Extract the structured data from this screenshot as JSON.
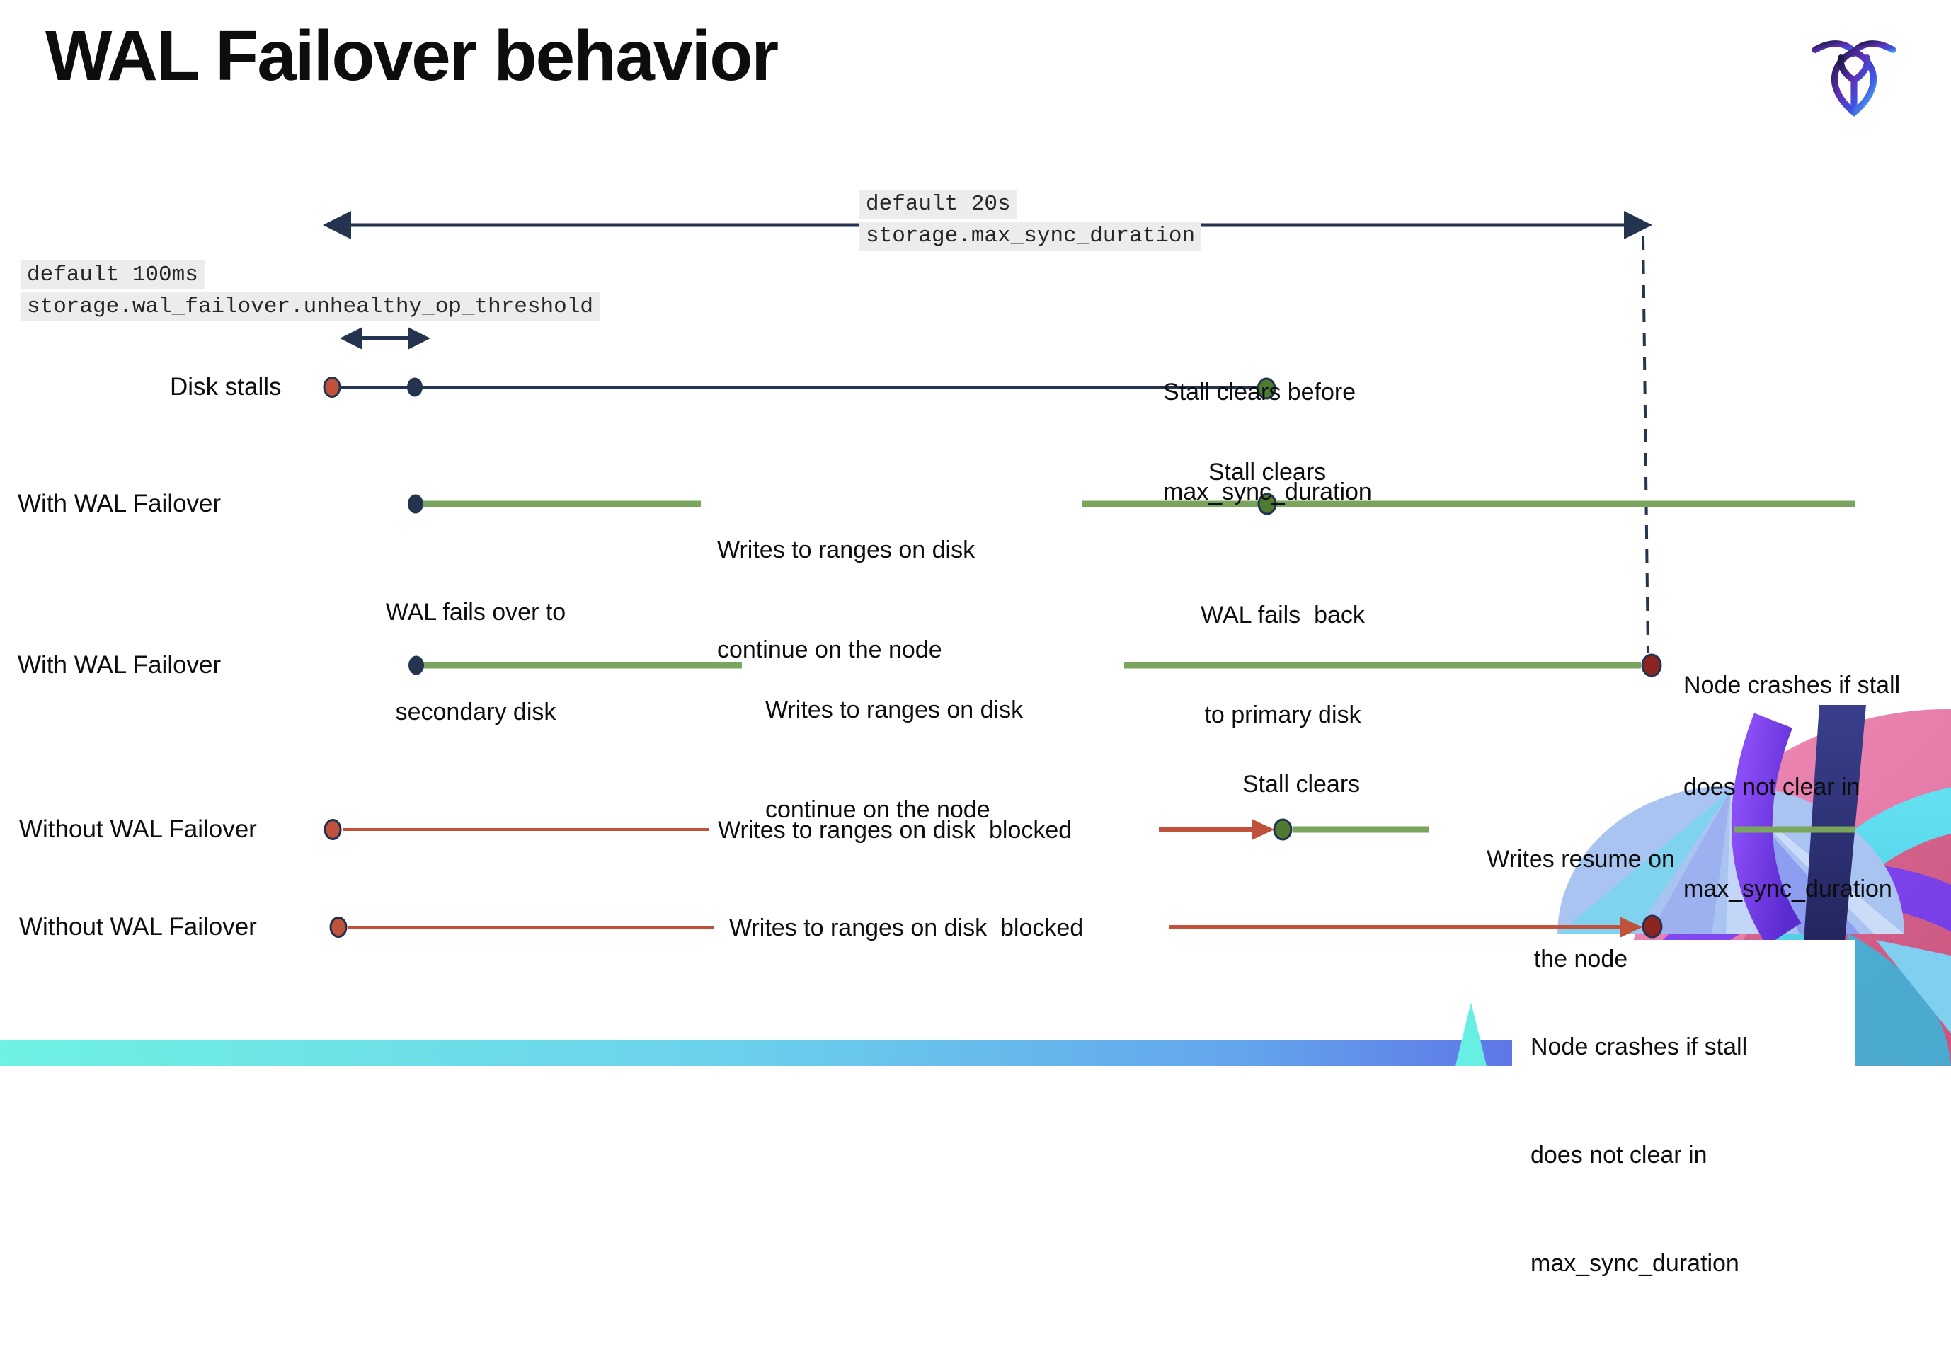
{
  "slide": {
    "title": "WAL Failover behavior"
  },
  "settings": {
    "max_sync_duration": {
      "default_label": "default 20s",
      "setting_name": "storage.max_sync_duration"
    },
    "unhealthy_op_threshold": {
      "default_label": "default 100ms",
      "setting_name": "storage.wal_failover.unhealthy_op_threshold"
    }
  },
  "row_labels": {
    "disk_stalls": "Disk stalls",
    "with_wal_failover": "With WAL Failover",
    "without_wal_failover": "Without WAL Failover"
  },
  "annotations": {
    "stall_clears_before": {
      "line1": "Stall clears before",
      "line2": "max_sync_duration"
    },
    "stall_clears": "Stall clears",
    "wal_fails_over": {
      "line1": "WAL fails over to",
      "line2": "secondary disk"
    },
    "wal_fails_back": {
      "line1": "WAL fails  back",
      "line2": "to primary disk"
    },
    "writes_continue": {
      "line1": "Writes to ranges on disk",
      "line2": "continue on the node"
    },
    "writes_blocked": "Writes to ranges on disk  blocked",
    "writes_resume": {
      "line1": "Writes resume on",
      "line2": "the node"
    },
    "node_crashes": {
      "line1": "Node crashes if stall",
      "line2": "does not clear in",
      "line3": "max_sync_duration"
    }
  },
  "colors": {
    "navy": "#233350",
    "green_line": "#79a65c",
    "green_dot": "#4e7b2f",
    "red_orange": "#c0513a",
    "dark_red": "#8c2420",
    "code_bg": "#ececec",
    "footer_gradient": [
      "#6ff1e3",
      "#6bd0ec",
      "#5b5de5"
    ]
  },
  "icons": {
    "logo": "cockroachdb-logo"
  }
}
